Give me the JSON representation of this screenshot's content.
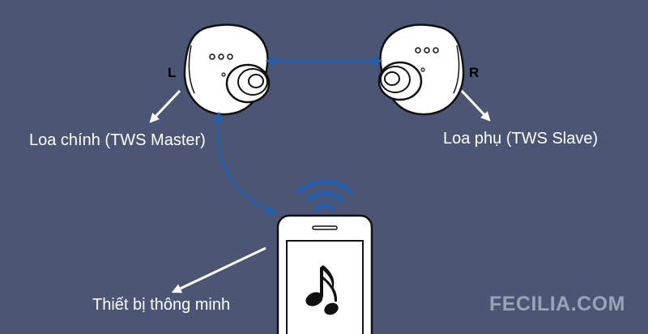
{
  "labels": {
    "left_side": "L",
    "right_side": "R",
    "master": "Loa chính (TWS Master)",
    "slave": "Loa phụ (TWS Slave)",
    "device": "Thiết bị thông minh"
  },
  "watermark": "FECILIA.COM",
  "colors": {
    "background": "#4a5674",
    "connection_arrow": "#1f5fb4",
    "earbud_body": "#ffffff",
    "text": "#ffffff"
  },
  "icons": [
    "earbud-left-icon",
    "earbud-right-icon",
    "wifi-signal-icon",
    "smartphone-icon",
    "music-note-icon"
  ]
}
